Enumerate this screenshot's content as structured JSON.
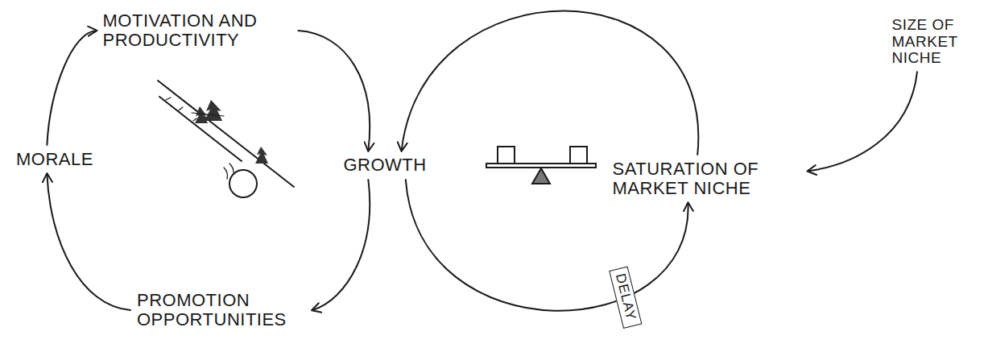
{
  "diagram": {
    "nodes": [
      {
        "text": [
          "MOTIVATION AND PRODUCTIVITY"
        ]
      },
      {
        "text": [
          "MORALE"
        ]
      },
      {
        "text": [
          "GROWTH"
        ]
      },
      {
        "text": [
          "PROMOTION OPPORTUNITIES"
        ]
      },
      {
        "text": [
          "SATURATION OF MARKET NICHE"
        ]
      },
      {
        "text": [
          "SIZE OF MARKET NICHE"
        ]
      }
    ],
    "edges": [
      {
        "from": 0,
        "to": 2,
        "arrow": "to"
      },
      {
        "from": 2,
        "to": 3,
        "arrow": "to"
      },
      {
        "from": 3,
        "to": 1,
        "arrow": "to"
      },
      {
        "from": 1,
        "to": 0,
        "arrow": "to"
      },
      {
        "from": 2,
        "to": 4,
        "arrow": "to",
        "label": "DELAY"
      },
      {
        "from": 4,
        "to": 2,
        "arrow": "to"
      },
      {
        "from": 5,
        "to": 4,
        "arrow": "to"
      }
    ]
  }
}
